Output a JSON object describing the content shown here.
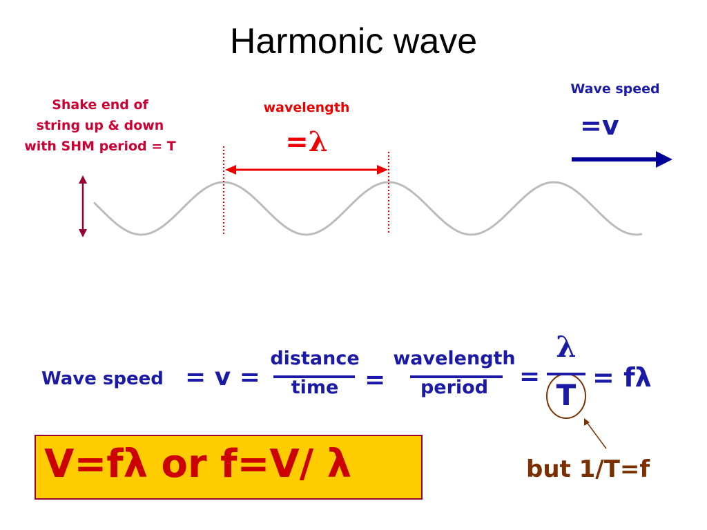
{
  "title": "Harmonic wave",
  "shake_lines": [
    "Shake end of",
    "string up & down",
    "with SHM period = T"
  ],
  "wavelength": {
    "label": "wavelength",
    "eq": "=λ"
  },
  "wavespeed": {
    "label": "Wave speed",
    "eq": "=v"
  },
  "equation": {
    "label": "Wave speed",
    "eq_v": "= v =",
    "frac1_num": "distance",
    "frac1_den": "time",
    "eq2": "=",
    "frac2_num": "wavelength",
    "frac2_den": "period",
    "eq3": "=",
    "frac3_num": "λ",
    "frac3_den": "T",
    "eq4": "= fλ"
  },
  "box_text": "V=fλ  or f=V/ λ",
  "note": "but 1/T=f",
  "colors": {
    "title": "#000000",
    "red_label": "#cc0033",
    "blue": "#1a1aa6",
    "box_fill": "#ffcc00",
    "box_text": "#cc0000",
    "note": "#7a3000",
    "wave": "#bbbbbb"
  }
}
